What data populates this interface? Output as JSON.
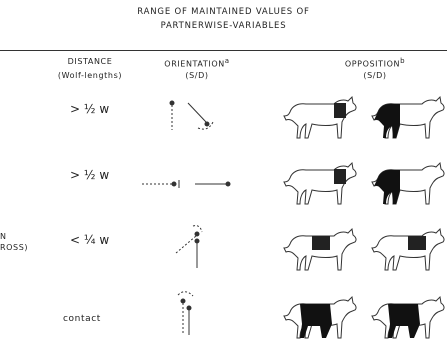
{
  "title_line1": "RANGE OF MAINTAINED VALUES OF",
  "title_line2": "PARTNERWISE-VARIABLES",
  "headers": {
    "distance": "DISTANCE",
    "distance_sub": "(Wolf-lengths)",
    "orientation": "ORIENTATION",
    "orientation_sup": "a",
    "orientation_sub": "(S/D)",
    "opposition": "OPPOSITION",
    "opposition_sup": "b",
    "opposition_sub": "(S/D)"
  },
  "rows": [
    {
      "distance": "> ½ w"
    },
    {
      "distance": "> ½ w"
    },
    {
      "distance": "< ¼ w"
    },
    {
      "distance": "contact"
    }
  ],
  "left_edge_text": [
    "N",
    "ROSS)"
  ]
}
